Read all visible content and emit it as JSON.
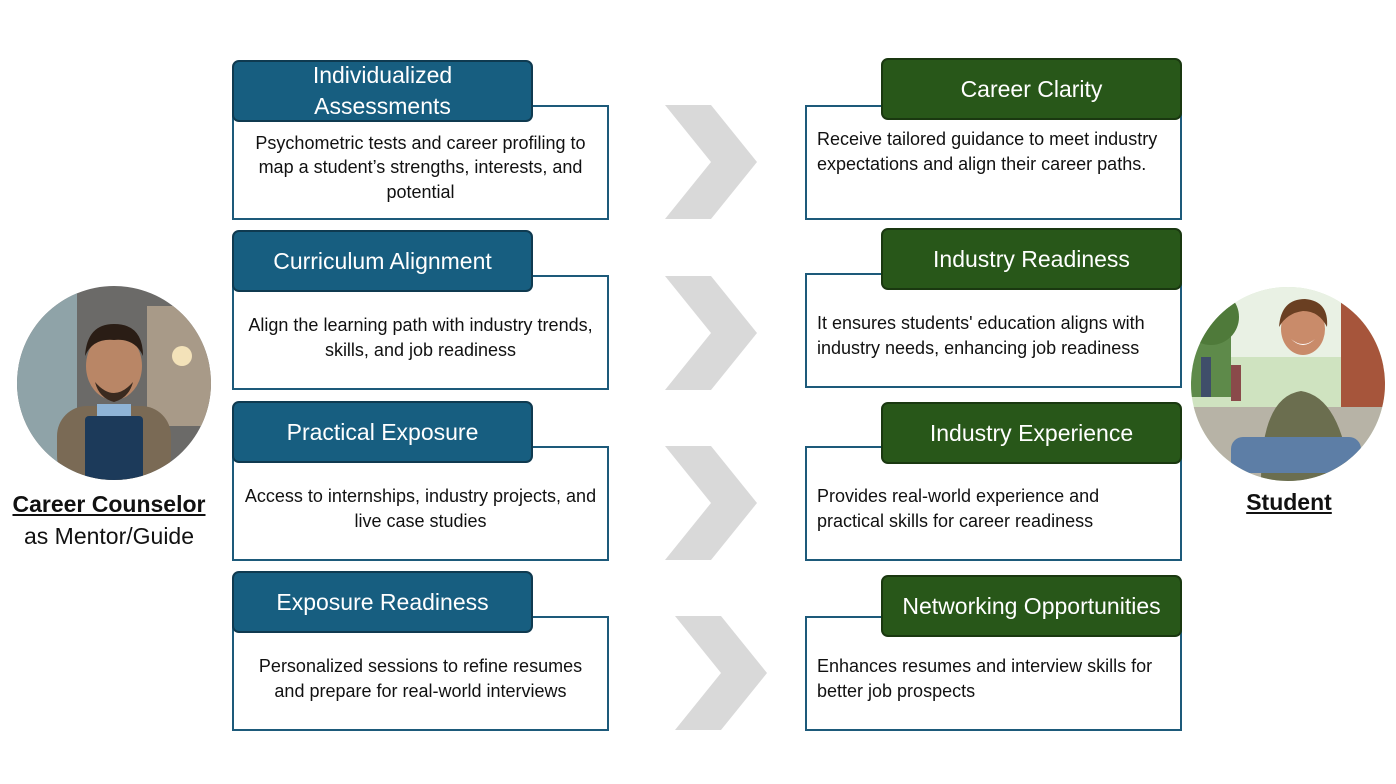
{
  "counselor": {
    "name": "Career Counselor",
    "role": "as Mentor/Guide"
  },
  "student": {
    "name": "Student"
  },
  "left_items": [
    {
      "title": "Individualized Assessments",
      "text": "Psychometric tests and career profiling to map a student’s strengths, interests, and potential"
    },
    {
      "title": "Curriculum Alignment",
      "text": "Align the learning path with industry trends, skills, and job readiness"
    },
    {
      "title": "Practical Exposure",
      "text": "Access to internships, industry projects, and live case studies"
    },
    {
      "title": "Exposure Readiness",
      "text": "Personalized sessions to refine resumes and prepare for real-world interviews"
    }
  ],
  "right_items": [
    {
      "title": "Career Clarity",
      "text": "Receive tailored guidance to meet industry expectations and align their career paths."
    },
    {
      "title": "Industry Readiness",
      "text": "It ensures students' education aligns with industry needs, enhancing job readiness"
    },
    {
      "title": "Industry Experience",
      "text": "Provides real-world experience and practical skills for career readiness"
    },
    {
      "title": "Networking Opportunities",
      "text": "Enhances resumes and interview skills for better job prospects"
    }
  ],
  "colors": {
    "left_accent": "#175e80",
    "right_accent": "#285719",
    "chevron": "#d9d9d9"
  }
}
